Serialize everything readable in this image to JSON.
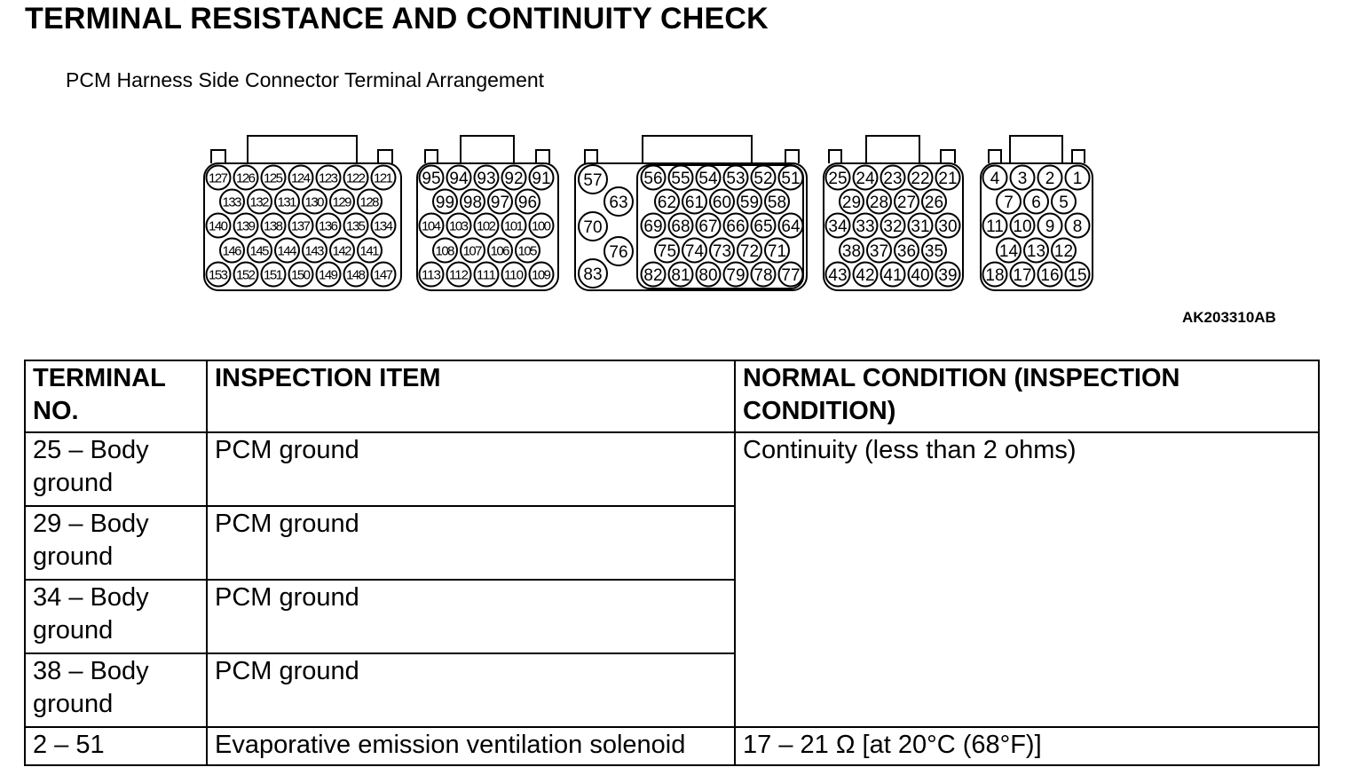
{
  "document": {
    "title": "TERMINAL RESISTANCE AND CONTINUITY CHECK",
    "subtitle": "PCM Harness Side Connector Terminal Arrangement",
    "figure_code": "AK203310AB"
  },
  "connectors": [
    {
      "name": "connector-121-153",
      "rows": [
        [
          "127",
          "126",
          "125",
          "124",
          "123",
          "122",
          "121"
        ],
        [
          "133",
          "132",
          "131",
          "130",
          "129",
          "128"
        ],
        [
          "140",
          "139",
          "138",
          "137",
          "136",
          "135",
          "134"
        ],
        [
          "146",
          "145",
          "144",
          "143",
          "142",
          "141"
        ],
        [
          "153",
          "152",
          "151",
          "150",
          "149",
          "148",
          "147"
        ]
      ]
    },
    {
      "name": "connector-91-113",
      "rows": [
        [
          "95",
          "94",
          "93",
          "92",
          "91"
        ],
        [
          "99",
          "98",
          "97",
          "96"
        ],
        [
          "104",
          "103",
          "102",
          "101",
          "100"
        ],
        [
          "108",
          "107",
          "106",
          "105"
        ],
        [
          "113",
          "112",
          "111",
          "110",
          "109"
        ]
      ]
    },
    {
      "name": "connector-51-83",
      "left_terminals": [
        "57",
        "63",
        "70",
        "76",
        "83"
      ],
      "rows": [
        [
          "56",
          "55",
          "54",
          "53",
          "52",
          "51"
        ],
        [
          "62",
          "61",
          "60",
          "59",
          "58"
        ],
        [
          "69",
          "68",
          "67",
          "66",
          "65",
          "64"
        ],
        [
          "75",
          "74",
          "73",
          "72",
          "71"
        ],
        [
          "82",
          "81",
          "80",
          "79",
          "78",
          "77"
        ]
      ]
    },
    {
      "name": "connector-21-43",
      "rows": [
        [
          "25",
          "24",
          "23",
          "22",
          "21"
        ],
        [
          "29",
          "28",
          "27",
          "26"
        ],
        [
          "34",
          "33",
          "32",
          "31",
          "30"
        ],
        [
          "38",
          "37",
          "36",
          "35"
        ],
        [
          "43",
          "42",
          "41",
          "40",
          "39"
        ]
      ]
    },
    {
      "name": "connector-1-18",
      "rows": [
        [
          "4",
          "3",
          "2",
          "1"
        ],
        [
          "7",
          "6",
          "5"
        ],
        [
          "11",
          "10",
          "9",
          "8"
        ],
        [
          "14",
          "13",
          "12"
        ],
        [
          "18",
          "17",
          "16",
          "15"
        ]
      ]
    }
  ],
  "table": {
    "headers": {
      "terminal": "TERMINAL NO.",
      "item": "INSPECTION ITEM",
      "condition": "NORMAL CONDITION (INSPECTION CONDITION)"
    },
    "rows": [
      {
        "terminal": "25 – Body ground",
        "item": "PCM ground"
      },
      {
        "terminal": "29 – Body ground",
        "item": "PCM ground"
      },
      {
        "terminal": "34 – Body ground",
        "item": "PCM ground"
      },
      {
        "terminal": "38 – Body ground",
        "item": "PCM ground"
      },
      {
        "terminal": "2 – 51",
        "item": "Evaporative emission ventilation solenoid",
        "condition": "17 – 21 Ω [at 20°C (68°F)]"
      }
    ],
    "ground_condition": "Continuity (less than 2 ohms)"
  }
}
